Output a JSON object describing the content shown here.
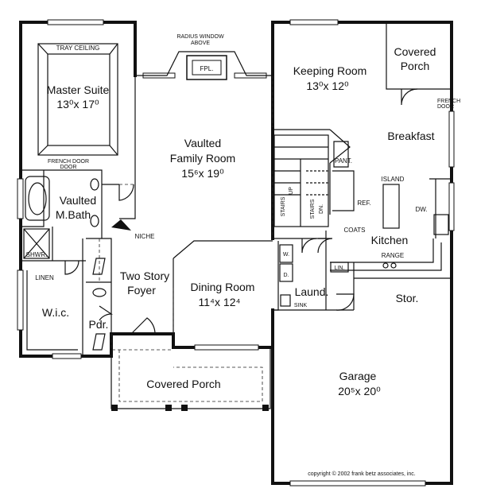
{
  "plan": {
    "master_suite": {
      "name": "Master Suite",
      "dims": "13⁰x 17⁰",
      "ceiling": "TRAY CEILING",
      "door": "FRENCH DOOR"
    },
    "radius_window": {
      "line1": "RADIUS WINDOW",
      "line2": "ABOVE"
    },
    "fireplace": "FPL.",
    "family_room": {
      "line1": "Vaulted",
      "line2": "Family Room",
      "dims": "15⁶x 19⁰"
    },
    "keeping_room": {
      "name": "Keeping Room",
      "dims": "13⁰x 12⁰"
    },
    "covered_porch_rear": {
      "line1": "Covered",
      "line2": "Porch"
    },
    "french_door_rear": {
      "line1": "FRENCH",
      "line2": "DOOR"
    },
    "breakfast": "Breakfast",
    "pantry": "PANT.",
    "island": "ISLAND",
    "stairs_up": {
      "line1": "STAIRS",
      "line2": "UP"
    },
    "stairs_dn": {
      "line1": "STAIRS",
      "line2": "DN."
    },
    "ref": "REF.",
    "dw": "DW.",
    "master_bath": {
      "line1": "Vaulted",
      "line2": "M.Bath"
    },
    "shower": "SHWR.",
    "niche": "NICHE",
    "coats": "COATS",
    "kitchen": "Kitchen",
    "range": "RANGE",
    "linen_hall": "LIN.",
    "linen_closet": "LINEN",
    "wic": "W.i.c.",
    "powder": "Pdr.",
    "foyer": {
      "line1": "Two Story",
      "line2": "Foyer"
    },
    "dining_room": {
      "name": "Dining Room",
      "dims": "11⁴x 12⁴"
    },
    "laundry": "Laund.",
    "washer": "W.",
    "dryer": "D.",
    "sink": "SINK",
    "storage": "Stor.",
    "garage": {
      "name": "Garage",
      "dims": "20⁵x 20⁰"
    },
    "covered_porch_front": "Covered Porch",
    "copyright": "copyright © 2002 frank betz associates, inc."
  }
}
